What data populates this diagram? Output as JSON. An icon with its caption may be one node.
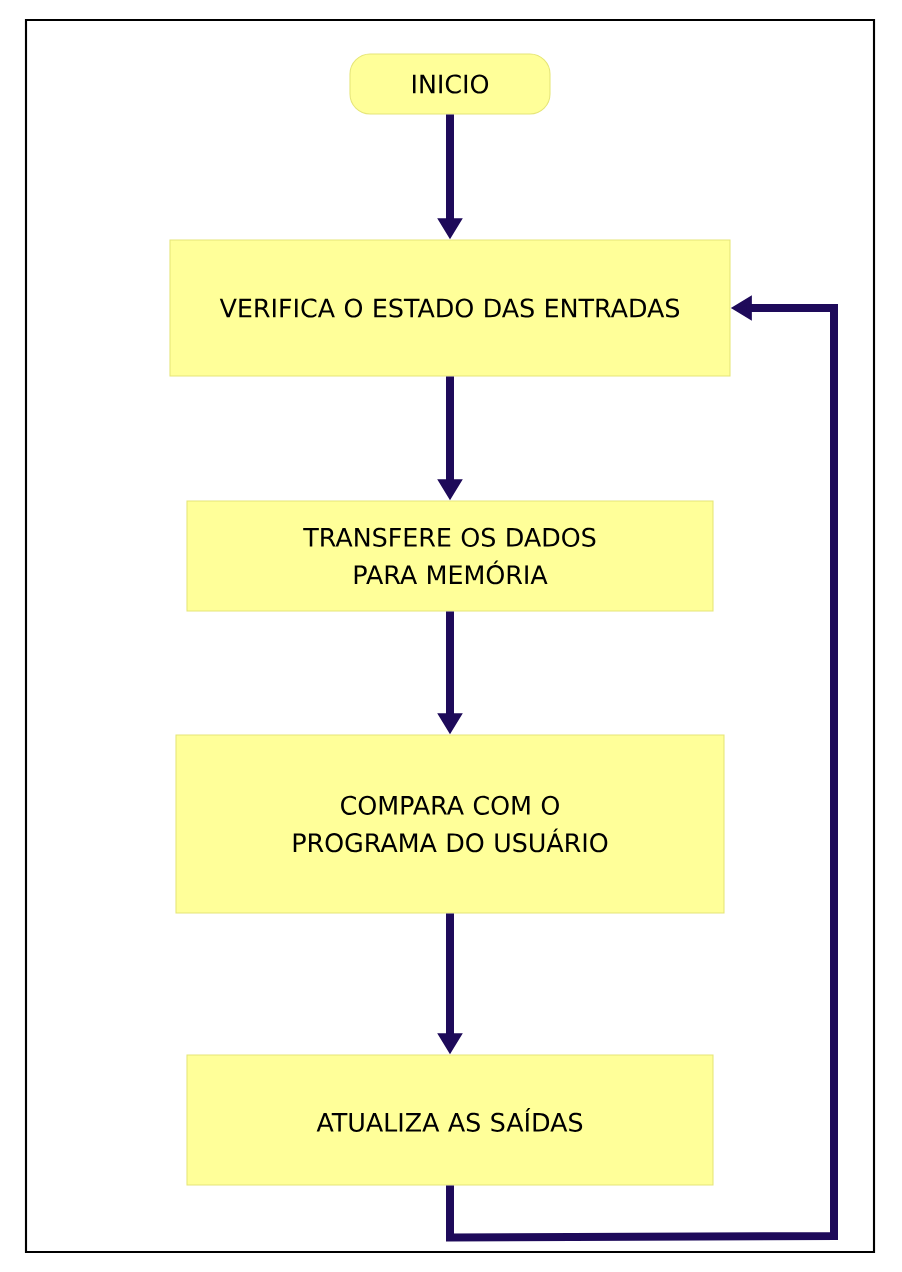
{
  "diagram": {
    "nodes": [
      {
        "text": [
          "INICIO"
        ]
      },
      {
        "text": [
          "VERIFICA O ESTADO DAS ENTRADAS"
        ]
      },
      {
        "text": [
          "TRANSFERE OS DADOS PARA MEMÓRIA"
        ]
      },
      {
        "text": [
          "COMPARA COM O PROGRAMA DO USUÁRIO"
        ]
      },
      {
        "text": [
          "ATUALIZA AS SAÍDAS"
        ]
      }
    ],
    "edges": [
      {
        "from": 0,
        "to": 1,
        "arrow": "to"
      },
      {
        "from": 1,
        "to": 2,
        "arrow": "to"
      },
      {
        "from": 2,
        "to": 3,
        "arrow": "to"
      },
      {
        "from": 3,
        "to": 4,
        "arrow": "to"
      },
      {
        "from": 4,
        "to": 1,
        "arrow": "to"
      }
    ]
  }
}
